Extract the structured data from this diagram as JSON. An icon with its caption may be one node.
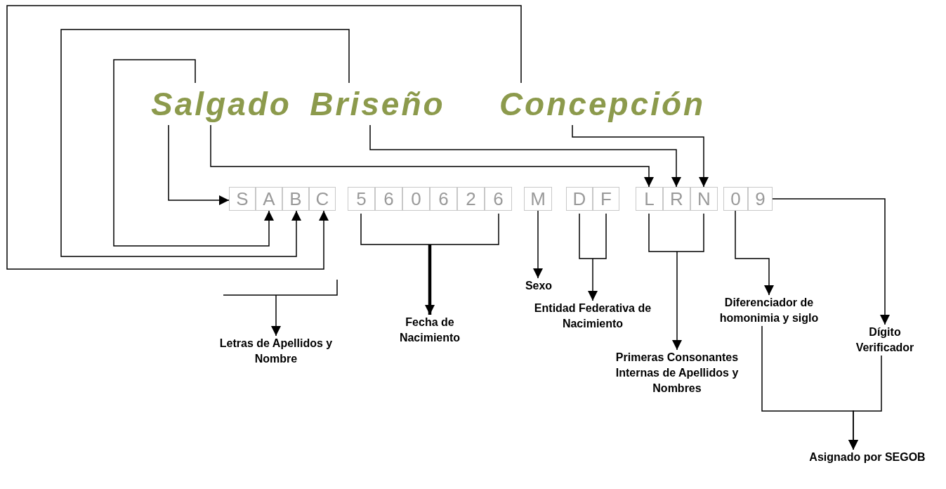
{
  "diagram": {
    "nodes": [
      {
        "text": [
          "Salgado"
        ]
      },
      {
        "text": [
          "Briseño"
        ]
      },
      {
        "text": [
          "Concepción"
        ]
      },
      {
        "text": [
          "S"
        ]
      },
      {
        "text": [
          "A"
        ]
      },
      {
        "text": [
          "B"
        ]
      },
      {
        "text": [
          "C"
        ]
      },
      {
        "text": [
          "5"
        ]
      },
      {
        "text": [
          "6"
        ]
      },
      {
        "text": [
          "0"
        ]
      },
      {
        "text": [
          "6"
        ]
      },
      {
        "text": [
          "2"
        ]
      },
      {
        "text": [
          "6"
        ]
      },
      {
        "text": [
          "M"
        ]
      },
      {
        "text": [
          "D"
        ]
      },
      {
        "text": [
          "F"
        ]
      },
      {
        "text": [
          "L"
        ]
      },
      {
        "text": [
          "R"
        ]
      },
      {
        "text": [
          "N"
        ]
      },
      {
        "text": [
          "0"
        ]
      },
      {
        "text": [
          "9"
        ]
      },
      {
        "text": [
          "Letras de Apellidos y Nombre"
        ]
      },
      {
        "text": [
          "Fecha de Nacimiento"
        ]
      },
      {
        "text": [
          "Sexo"
        ]
      },
      {
        "text": [
          "Entidad Federativa de Nacimiento"
        ]
      },
      {
        "text": [
          "Primeras Consonantes Internas de Apellidos y Nombres"
        ]
      },
      {
        "text": [
          "Diferenciador de homonimia y siglo"
        ]
      },
      {
        "text": [
          "Dígito Verificador"
        ]
      },
      {
        "text": [
          "Asignado por SEGOB"
        ]
      },
      {
        "text": [],
        "shape": "bracket"
      },
      {
        "text": [],
        "shape": "bracket"
      },
      {
        "text": [],
        "shape": "bracket"
      },
      {
        "text": [],
        "shape": "bracket"
      }
    ],
    "edges": [
      {
        "from": 0,
        "to": 3,
        "arrow": "to"
      },
      {
        "from": 0,
        "to": 4,
        "arrow": "to"
      },
      {
        "from": 1,
        "to": 5,
        "arrow": "to"
      },
      {
        "from": 2,
        "to": 6,
        "arrow": "to"
      },
      {
        "from": 0,
        "to": 16,
        "arrow": "to"
      },
      {
        "from": 1,
        "to": 17,
        "arrow": "to"
      },
      {
        "from": 2,
        "to": 18,
        "arrow": "to"
      },
      {
        "from": 29,
        "to": 21,
        "arrow": "to"
      },
      {
        "from": 30,
        "to": 22,
        "arrow": "to",
        "style": "thick"
      },
      {
        "from": 13,
        "to": 23,
        "arrow": "to"
      },
      {
        "from": 31,
        "to": 24,
        "arrow": "to"
      },
      {
        "from": 32,
        "to": 25,
        "arrow": "to"
      },
      {
        "from": 19,
        "to": 26,
        "arrow": "to"
      },
      {
        "from": 20,
        "to": 27,
        "arrow": "to"
      },
      {
        "from": 26,
        "to": 28,
        "arrow": "to"
      },
      {
        "from": 27,
        "to": 28,
        "arrow": "to"
      }
    ]
  }
}
